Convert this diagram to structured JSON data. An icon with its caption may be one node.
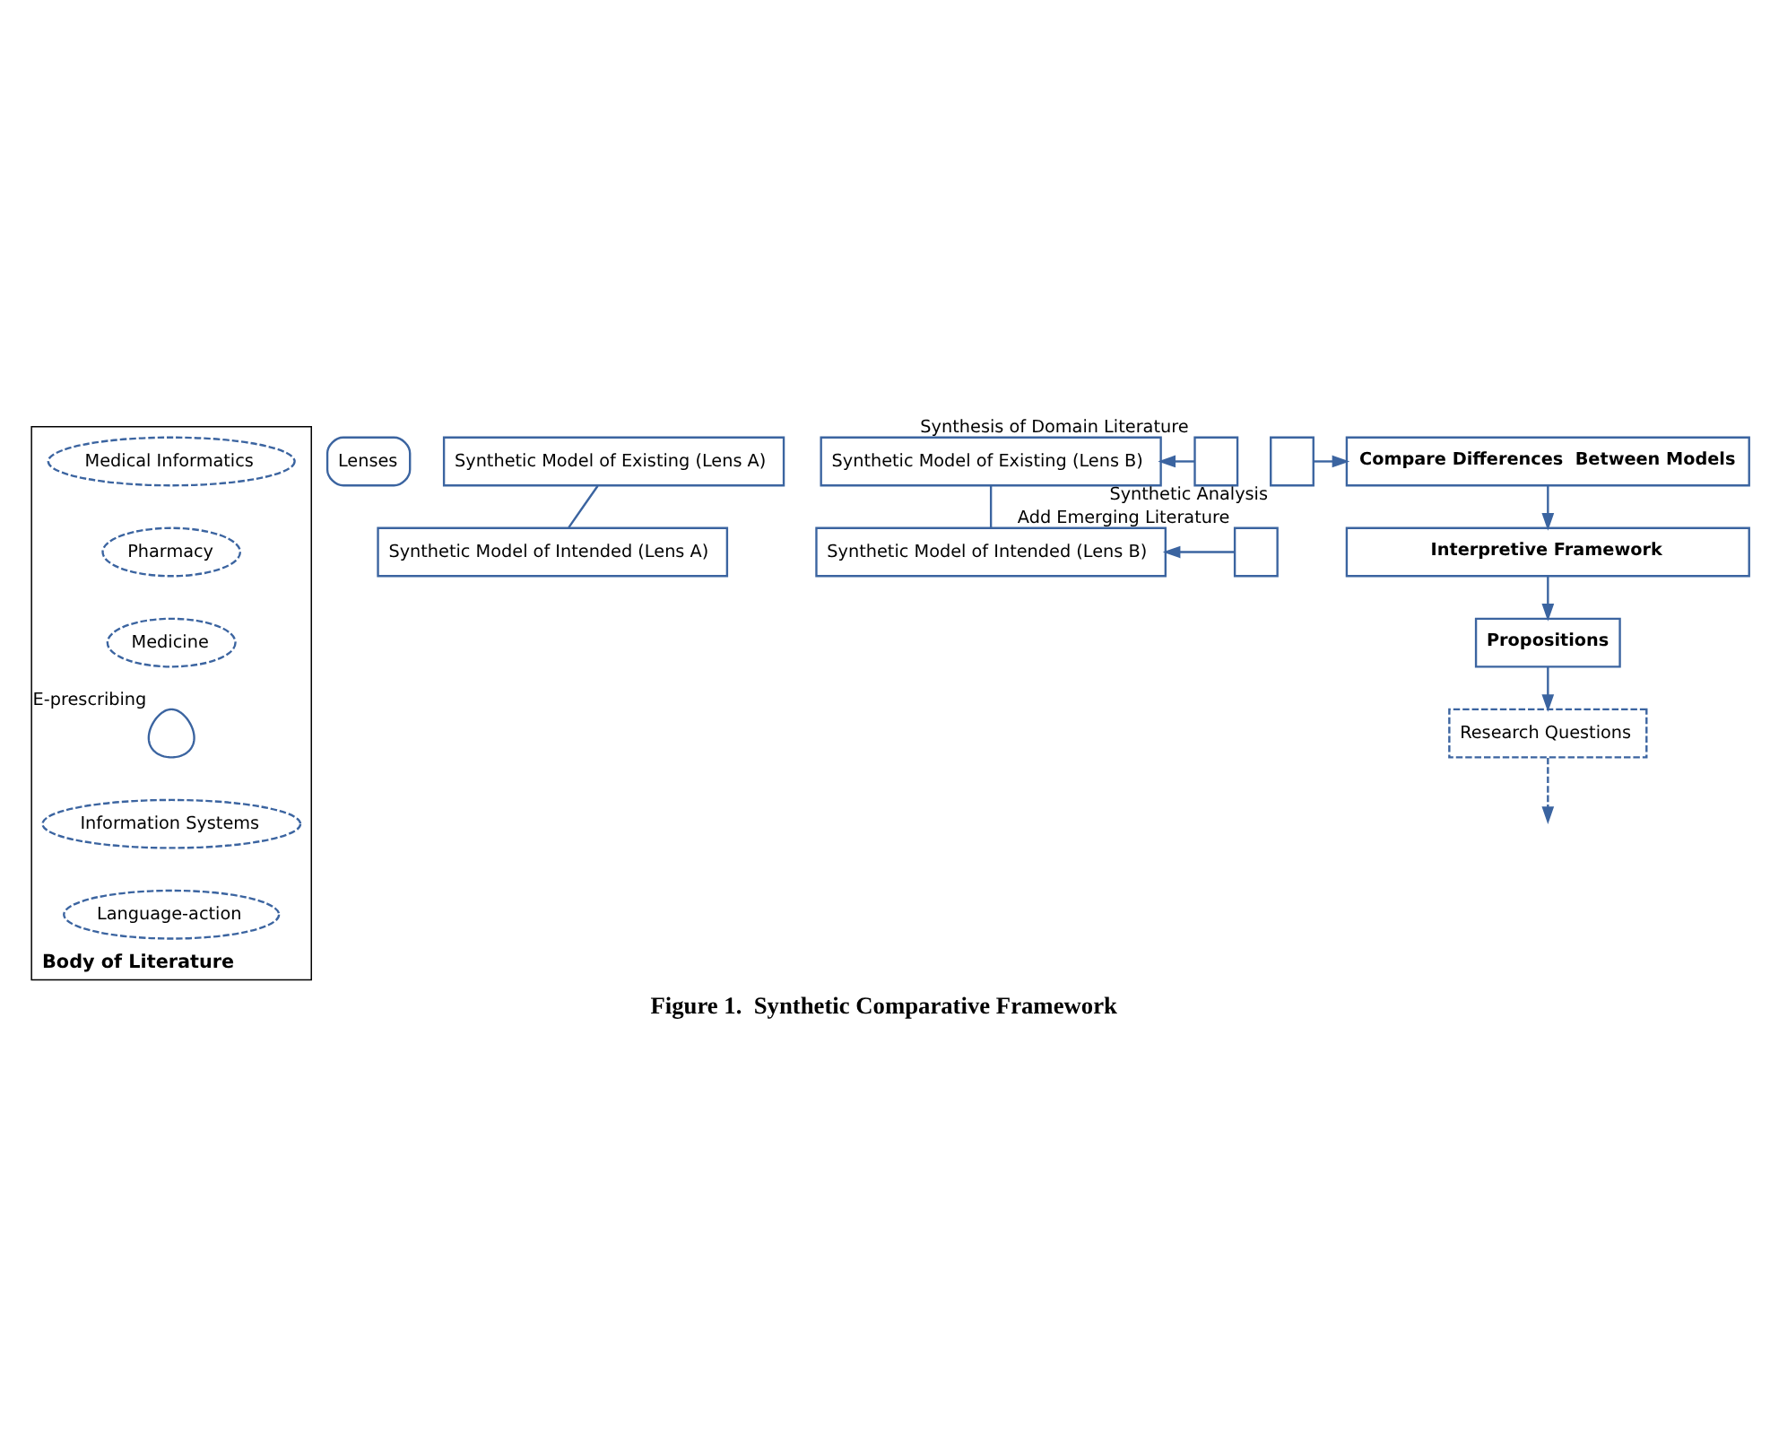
{
  "diagram": {
    "caption": "Figure 1.  Synthetic Comparative Framework",
    "nodes": [
      {
        "text": [
          "Body of Literature"
        ]
      },
      {
        "text": [
          "Medical Informatics"
        ],
        "in": 0
      },
      {
        "text": [
          "Pharmacy"
        ],
        "in": 0
      },
      {
        "text": [
          "Medicine"
        ],
        "in": 0
      },
      {
        "text": [],
        "shape": "cloud",
        "beside": [
          "E-prescribing"
        ],
        "in": 0
      },
      {
        "text": [
          "Information Systems"
        ],
        "in": 0
      },
      {
        "text": [
          "Language-action"
        ],
        "in": 0
      },
      {
        "text": [
          "Lenses"
        ]
      },
      {
        "text": [
          "Synthetic Model of Existing (Lens A)"
        ]
      },
      {
        "text": [
          "Synthetic Model of Existing (Lens B)"
        ]
      },
      {
        "text": [
          "Synthetic Model of Intended (Lens A)"
        ]
      },
      {
        "text": [
          "Synthetic Model of Intended (Lens B)"
        ]
      },
      {
        "text": [],
        "shape": "box",
        "beside": [
          "Synthesis of Domain Literature"
        ]
      },
      {
        "text": [],
        "shape": "box",
        "beside": [
          "Add Emerging Literature"
        ]
      },
      {
        "text": [],
        "shape": "box",
        "beside": [
          "Synthetic Analysis"
        ]
      },
      {
        "text": [
          "Compare Differences  Between Models"
        ]
      },
      {
        "text": [
          "Interpretive Framework"
        ]
      },
      {
        "text": [
          "Propositions"
        ]
      },
      {
        "text": [
          "Research Questions"
        ]
      }
    ],
    "edges": [
      {
        "from": 8,
        "to": 10,
        "arrow": "none"
      },
      {
        "from": 9,
        "to": 11,
        "arrow": "none"
      },
      {
        "from": 12,
        "to": 9,
        "arrow": "to"
      },
      {
        "from": 13,
        "to": 11,
        "arrow": "to"
      },
      {
        "from": 14,
        "to": 15,
        "arrow": "to"
      },
      {
        "from": 15,
        "to": 16,
        "arrow": "to"
      },
      {
        "from": 16,
        "to": 17,
        "arrow": "to"
      },
      {
        "from": 17,
        "to": 18,
        "arrow": "to"
      },
      {
        "from": 18,
        "to": null,
        "arrow": "to",
        "style": "dashed"
      }
    ]
  }
}
